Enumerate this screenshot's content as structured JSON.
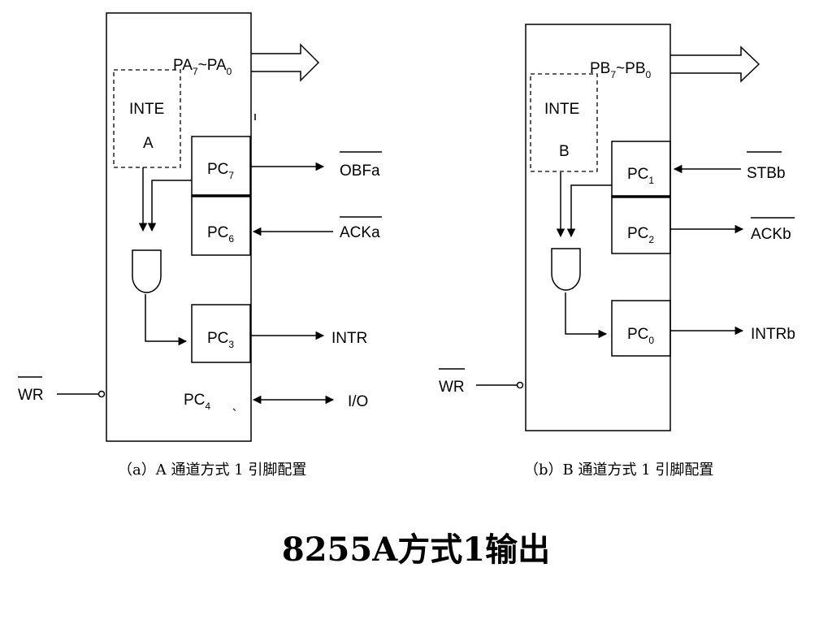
{
  "diagram_a": {
    "port_label": {
      "main": "PA",
      "sub1": "7",
      "tilde": "~PA",
      "sub2": "0"
    },
    "inte": {
      "line1": "INTE",
      "line2": "A"
    },
    "pins": [
      {
        "name": "PC",
        "sub": "7",
        "signal": "OBFa"
      },
      {
        "name": "PC",
        "sub": "6",
        "signal": "ACKa"
      },
      {
        "name": "PC",
        "sub": "3",
        "signal": "INTR"
      },
      {
        "name": "PC",
        "sub": "4",
        "signal": "I/O"
      }
    ],
    "wr_label": "WR",
    "caption": "（a）A 通道方式 1 引脚配置"
  },
  "diagram_b": {
    "port_label": {
      "main": "PB",
      "sub1": "7",
      "tilde": "~PB",
      "sub2": "0"
    },
    "inte": {
      "line1": "INTE",
      "line2": "B"
    },
    "pins": [
      {
        "name": "PC",
        "sub": "1",
        "signal": "STBb"
      },
      {
        "name": "PC",
        "sub": "2",
        "signal": "ACKb"
      },
      {
        "name": "PC",
        "sub": "0",
        "signal": "INTRb"
      }
    ],
    "wr_label": "WR",
    "caption": "（b）B 通道方式 1 引脚配置"
  },
  "title": "8255A方式1输出"
}
